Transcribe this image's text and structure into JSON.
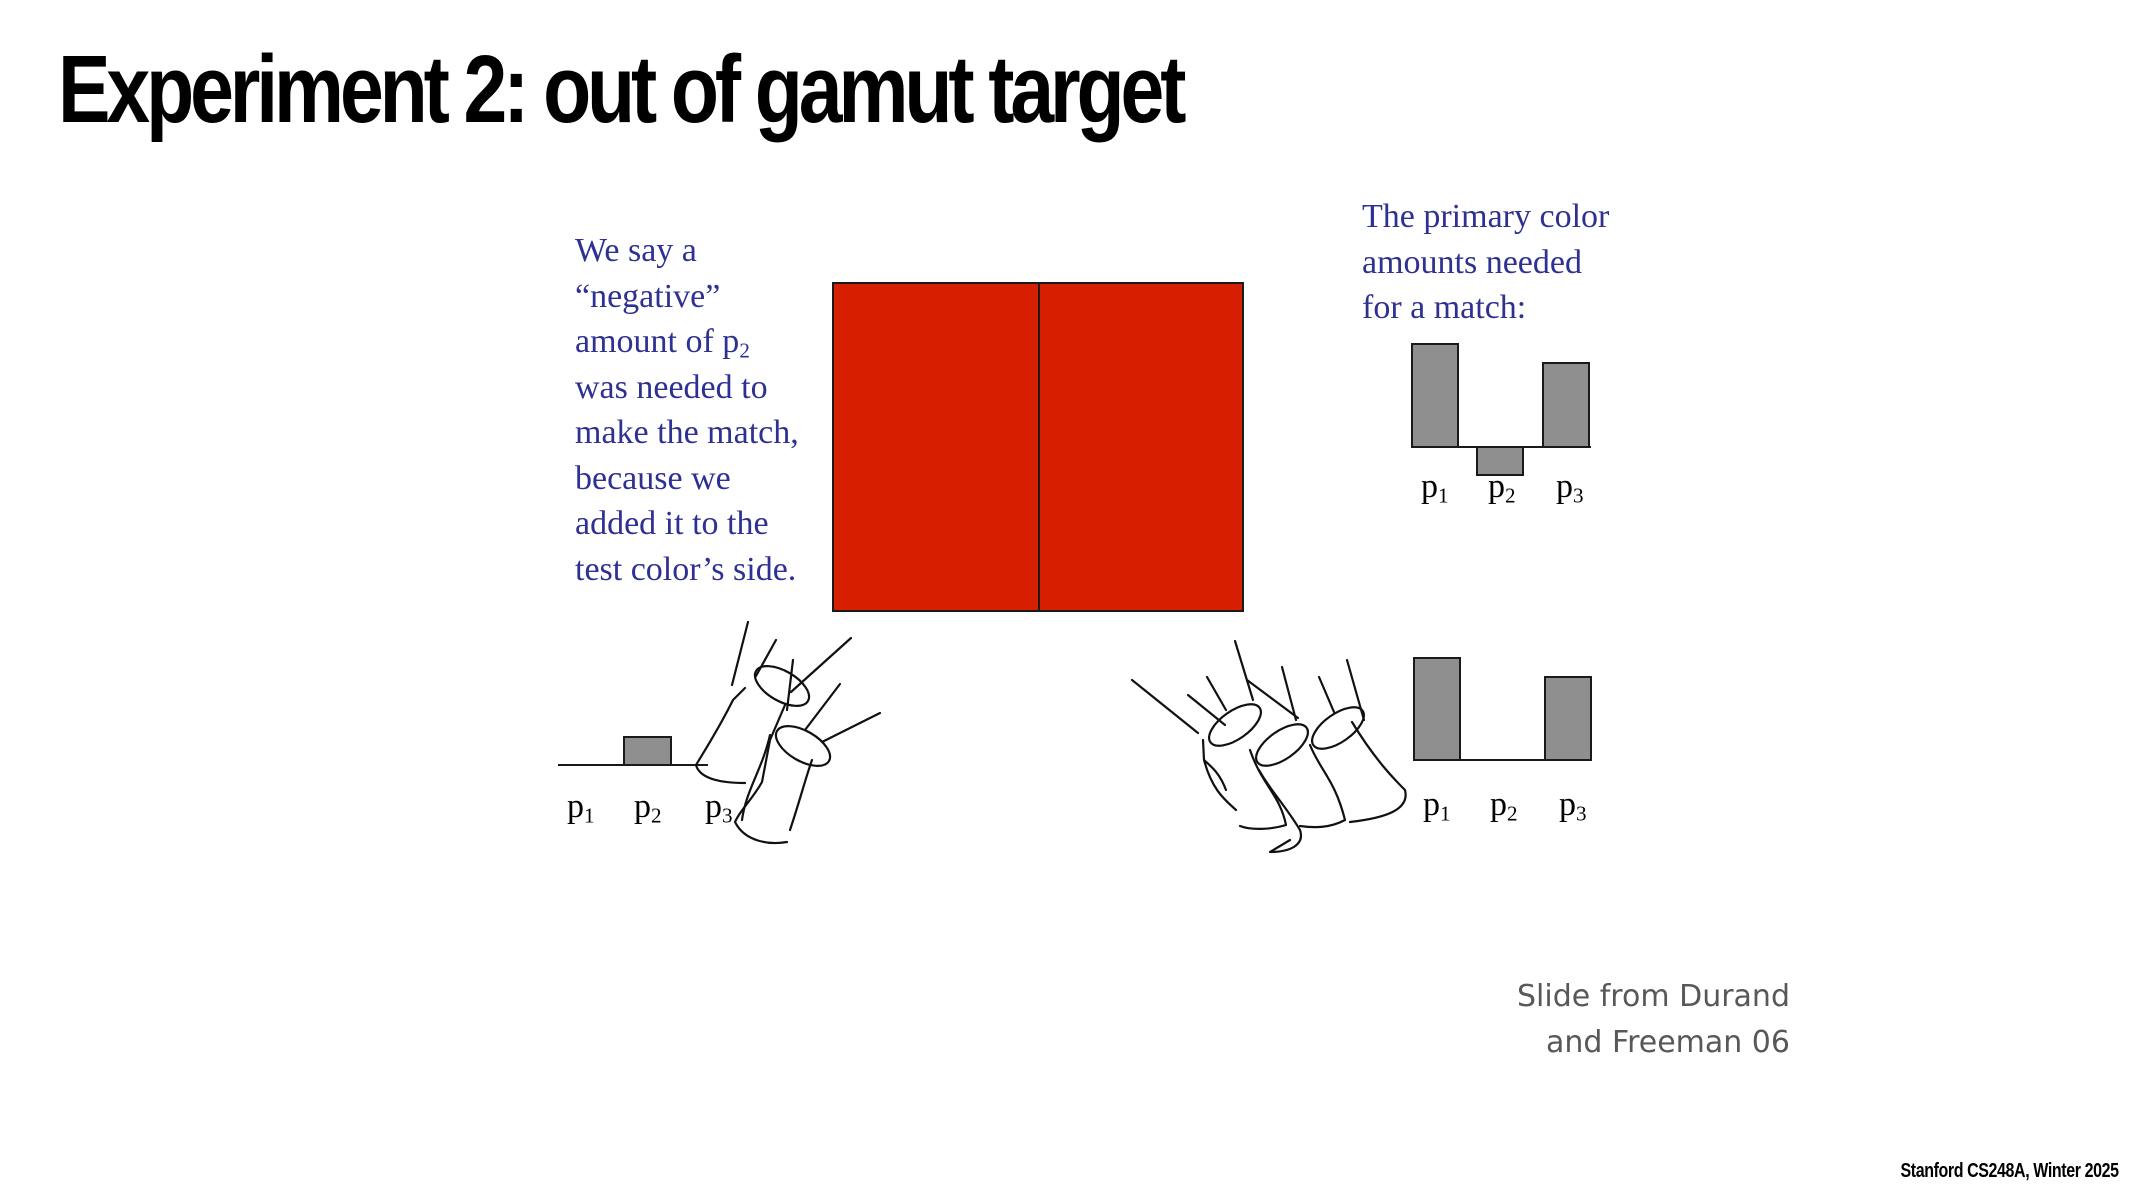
{
  "slide": {
    "title": "Experiment 2: out of gamut target",
    "left_note": {
      "lines": [
        "We say a",
        "“negative”",
        "amount of p",
        "was needed to",
        "make the match,",
        "because we",
        "added it to the",
        "test color’s side."
      ],
      "subscript_on_line_3": "2"
    },
    "right_note": {
      "lines": [
        "The primary color",
        "amounts needed",
        "for a match:"
      ]
    },
    "citation": {
      "line1": "Slide from Durand",
      "line2": "and Freeman 06"
    },
    "footer": "Stanford CS248A, Winter 2025",
    "colors": {
      "test_color": "#D51F00",
      "annotation_text": "#2E3192",
      "bar_fill": "#8F8F8F",
      "citation_text": "#58585A"
    },
    "labels": {
      "p": "p",
      "sub1": "1",
      "sub2": "2",
      "sub3": "3"
    }
  },
  "chart_data": [
    {
      "type": "bar",
      "title": "The primary color amounts needed for a match:",
      "categories": [
        "p1",
        "p2",
        "p3"
      ],
      "values": [
        1.0,
        -0.27,
        0.82
      ],
      "note": "p2 bar extends below the baseline (negative amount)"
    },
    {
      "type": "bar",
      "title": "Test-side added primaries",
      "categories": [
        "p1",
        "p2",
        "p3"
      ],
      "values": [
        0,
        0.27,
        0
      ]
    },
    {
      "type": "bar",
      "title": "Match-side primaries",
      "categories": [
        "p1",
        "p2",
        "p3"
      ],
      "values": [
        1.0,
        0,
        0.82
      ]
    }
  ]
}
